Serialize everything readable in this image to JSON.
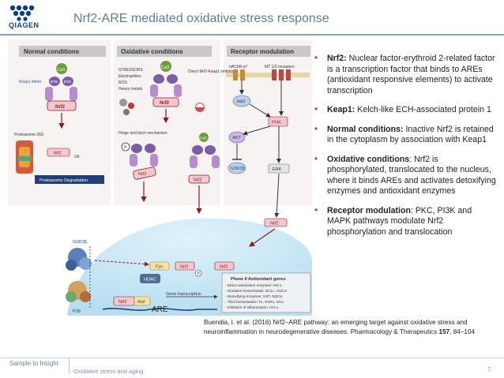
{
  "header": {
    "title": "Nrf2-ARE mediated oxidative stress response",
    "logo_text": "QIAGEN",
    "brand_color": "#0d3f8a"
  },
  "figure": {
    "panels": [
      "Normal conditions",
      "Oxidative conditions",
      "Receptor modulation"
    ],
    "labels": {
      "cul3": "Cul3",
      "btb": "BTB",
      "keap1_dimer": "Keap1 dimer",
      "nrf2": "Nrf2",
      "proteasome": "Proteasome 26S",
      "proteasome_deg": "Proteasome Degradation",
      "stressors": "STRESSORS",
      "electrophiles": "Electrophiles",
      "ros": "ROS",
      "heavy_metals": "Heavy metals",
      "direct_inhibitors": "Direct Nrf2-Keap1 inhibitors",
      "hinge": "Hinge and latch mechanism",
      "nachr": "nAChR-α7",
      "mt12": "MT 1/2 receptors",
      "jak2": "Jak2",
      "pi3k": "PI3K",
      "akt": "AKT",
      "gsk3b": "GSK3β",
      "erk": "ERK",
      "p38": "P38",
      "fyn": "Fyn",
      "hdac": "HDAC",
      "maf": "Maf",
      "gene_transcription": "Gene transcription",
      "phase2_title": "Phase II Antioxidant genes",
      "ub": "Ub",
      "p": "P"
    },
    "phase2_genes": [
      "- Direct antioxidant enzymes: HO-1",
      "- Glutation homeostasis: GCLc, GCLm",
      "- Detoxifying enzymes: GST, NQO1",
      "- Thiol homeostasis: Tx, TrxR1, Srx1",
      "- Inhibition of inflammation: HO-1"
    ],
    "are_label": "ARE"
  },
  "bullets": [
    {
      "label": "Nrf2:",
      "text": " Nuclear factor-erythroid 2-related factor is a transcription factor that binds to AREs (antioxidant responsive elements) to activate transcription"
    },
    {
      "label": "Keap1:",
      "text": " Kelch-like ECH-associated protein 1"
    },
    {
      "label": "Normal conditions:",
      "text": " Inactive Nrf2 is retained in the cytoplasm by association with Keap1"
    },
    {
      "label": "Oxidative conditions",
      "text": ": Nrf2 is phosphorylated, translocated to the nucleus, where it binds AREs and activates detoxifying enzymes and antioxidant enzymes"
    },
    {
      "label": "Receptor modulation",
      "text": ": PKC, PI3K and MAPK pathways modulate Nrf2 phosphorylation and translocation"
    }
  ],
  "reference": {
    "text": "Buendia, I. et al. (2016) Nrf2–ARE pathway: an emerging target against oxidative stress and neuroinflammation in neurodegenerative diseases. Pharmacology & Therapeutics ",
    "volume": "157",
    "pages": ", 84–104"
  },
  "footer": {
    "left": "Sample to Insight",
    "middle": "Oxidative stress and aging",
    "page": "7"
  }
}
